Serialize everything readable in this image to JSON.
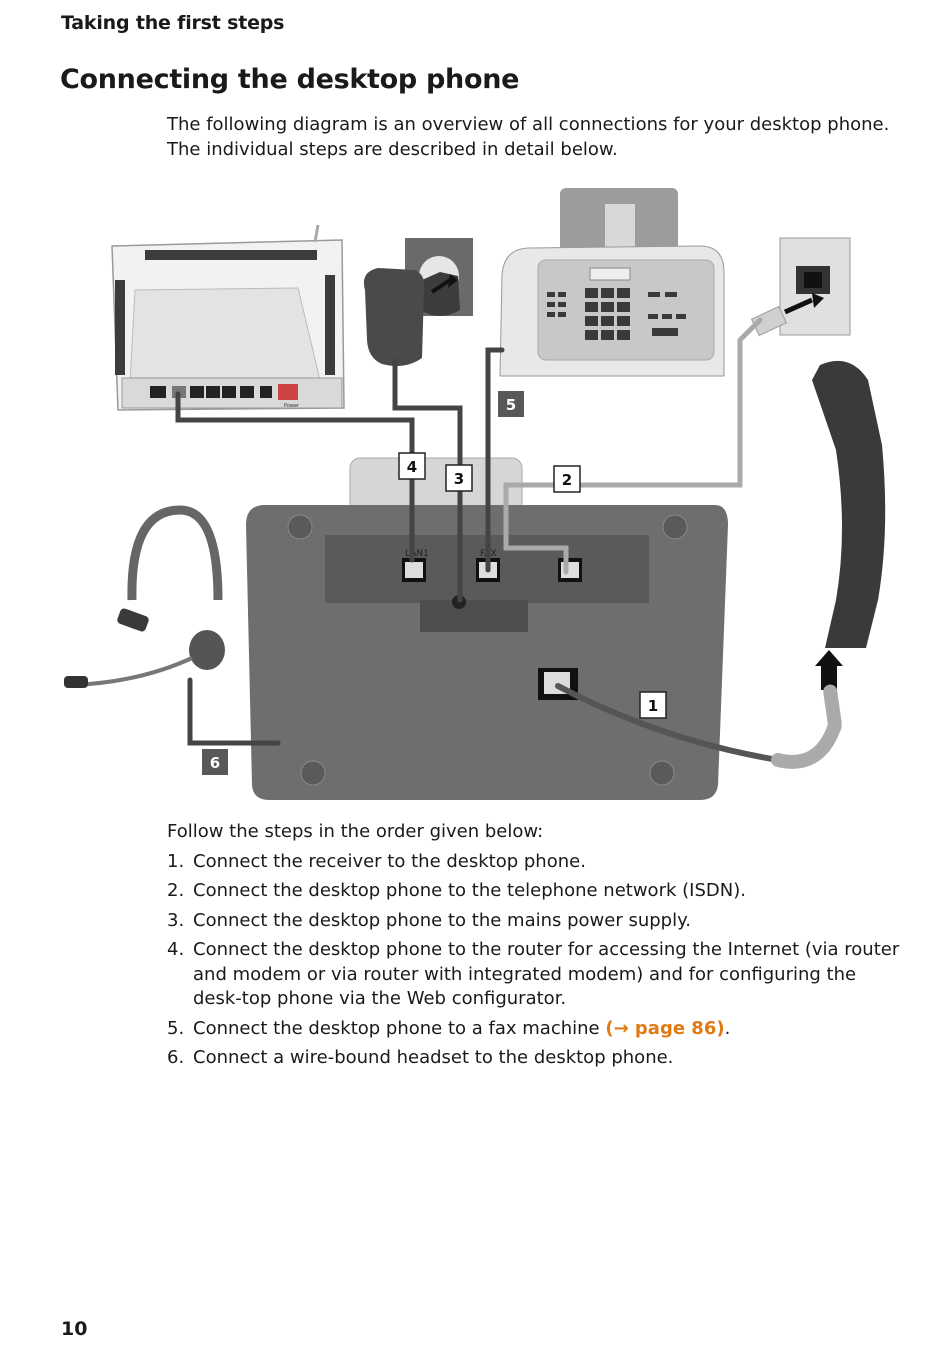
{
  "header": {
    "section": "Taking the first steps"
  },
  "title": "Connecting the desktop phone",
  "intro": {
    "line1": "The following diagram is an overview of all connections for your desktop phone.",
    "line2": "The individual steps are described in detail below."
  },
  "diagram": {
    "callouts": [
      "1",
      "2",
      "3",
      "4",
      "5",
      "6"
    ],
    "port_labels": {
      "lan": "LAN1",
      "fax": "FAX",
      "router_power": "Power"
    }
  },
  "steps": {
    "lead": "Follow the steps in the order given below:",
    "items": [
      {
        "num": "1.",
        "text": "Connect the receiver to the desktop phone."
      },
      {
        "num": "2.",
        "text": "Connect the desktop phone to the telephone network (ISDN)."
      },
      {
        "num": "3.",
        "text": "Connect the desktop phone to the mains power supply."
      },
      {
        "num": "4.",
        "text": "Connect the desktop phone to the router for accessing the Internet (via router and modem or via router with integrated modem) and for configuring the desk-top phone via the Web configurator."
      },
      {
        "num": "5.",
        "text": "Connect the desktop phone to a fax machine ",
        "link": "(→ page 86)",
        "after": "."
      },
      {
        "num": "6.",
        "text": "Connect a wire-bound headset to the desktop phone."
      }
    ]
  },
  "page_number": "10",
  "colors": {
    "link": "#e07a14",
    "callout_dark": "#58585a"
  }
}
